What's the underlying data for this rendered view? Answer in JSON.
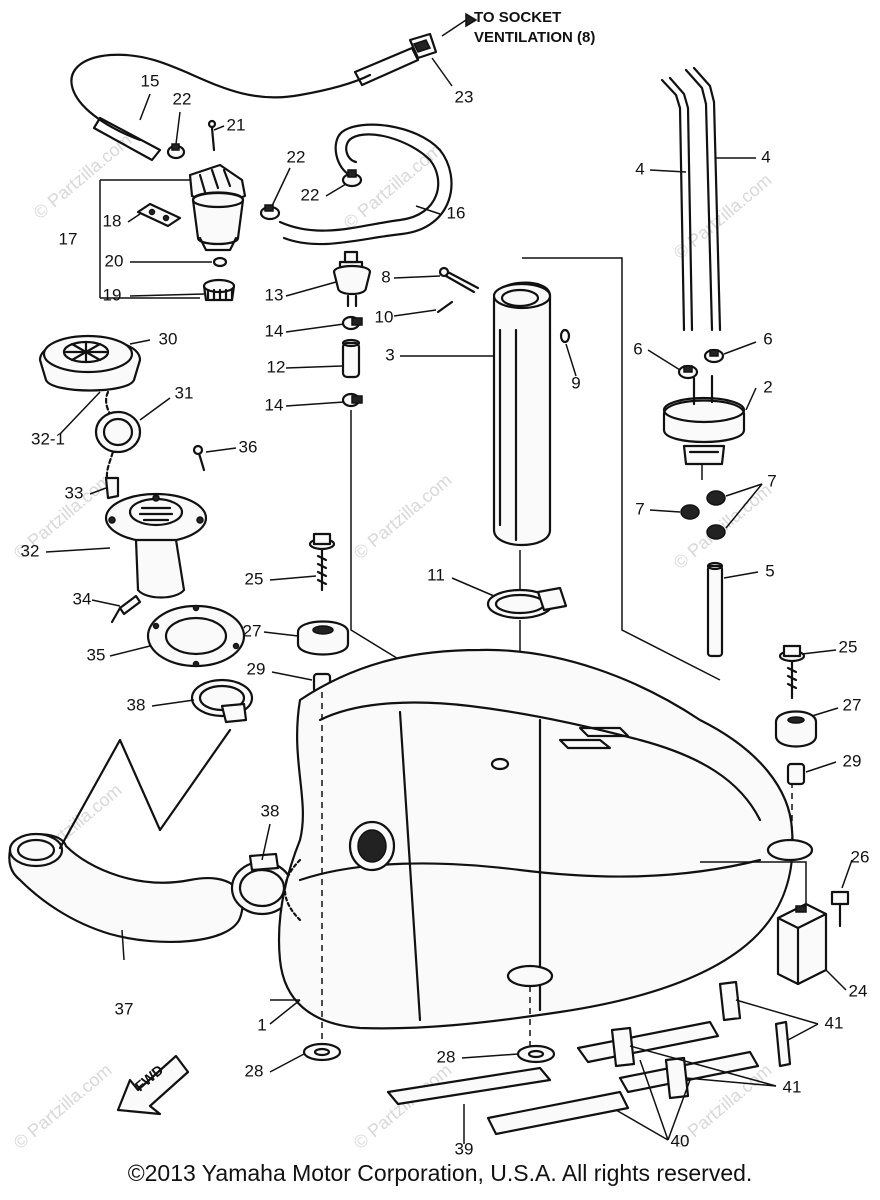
{
  "annotation": {
    "line1": "TO SOCKET",
    "line2": "VENTILATION (8)"
  },
  "fwd_label": "FWD",
  "watermark": "© Partzilla.com",
  "copyright": "©2013 Yamaha Motor Corporation, U.S.A. All rights reserved.",
  "callouts": {
    "c1": "1",
    "c2": "2",
    "c3": "3",
    "c4a": "4",
    "c4b": "4",
    "c5": "5",
    "c6a": "6",
    "c6b": "6",
    "c7a": "7",
    "c7b": "7",
    "c8": "8",
    "c9": "9",
    "c10": "10",
    "c11": "11",
    "c12": "12",
    "c13": "13",
    "c14a": "14",
    "c14b": "14",
    "c15": "15",
    "c16": "16",
    "c17": "17",
    "c18": "18",
    "c19": "19",
    "c20": "20",
    "c21": "21",
    "c22a": "22",
    "c22b": "22",
    "c22c": "22",
    "c23": "23",
    "c24": "24",
    "c25a": "25",
    "c25b": "25",
    "c26": "26",
    "c27a": "27",
    "c27b": "27",
    "c28a": "28",
    "c28b": "28",
    "c29a": "29",
    "c29b": "29",
    "c30": "30",
    "c31": "31",
    "c32": "32",
    "c321": "32-1",
    "c33": "33",
    "c34": "34",
    "c35": "35",
    "c36": "36",
    "c37": "37",
    "c38a": "38",
    "c38b": "38",
    "c39": "39",
    "c40": "40",
    "c41a": "41",
    "c41b": "41"
  }
}
